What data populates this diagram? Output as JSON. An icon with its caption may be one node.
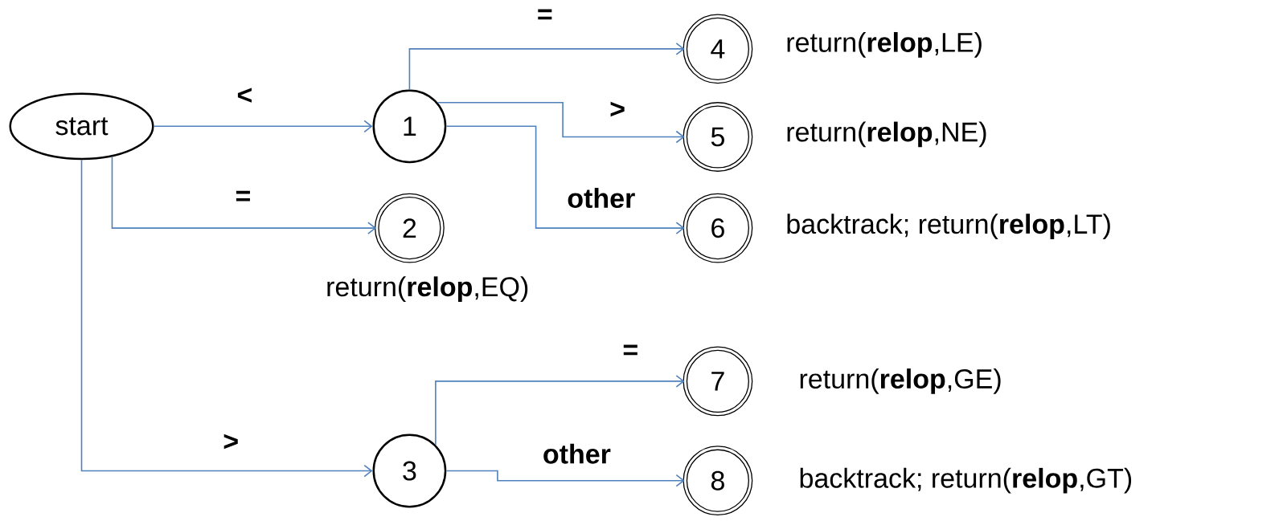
{
  "diagram": {
    "nodes": [
      {
        "text": [
          "start"
        ]
      },
      {
        "text": [
          "1"
        ]
      },
      {
        "text": [
          "2"
        ],
        "beside": [
          "return(**relop**,EQ)"
        ]
      },
      {
        "text": [
          "3"
        ]
      },
      {
        "text": [
          "4"
        ],
        "beside": [
          "return(**relop**,LE)"
        ]
      },
      {
        "text": [
          "5"
        ],
        "beside": [
          "return(**relop**,NE)"
        ]
      },
      {
        "text": [
          "6"
        ],
        "beside": [
          "backtrack; return(**relop**,LT)"
        ]
      },
      {
        "text": [
          "7"
        ],
        "beside": [
          "return(**relop**,GE)"
        ]
      },
      {
        "text": [
          "8"
        ],
        "beside": [
          "backtrack; return(**relop**,GT)"
        ]
      }
    ],
    "edges": [
      {
        "from": 0,
        "to": 1,
        "arrow": "to",
        "label": "<"
      },
      {
        "from": 0,
        "to": 2,
        "arrow": "to",
        "label": "="
      },
      {
        "from": 0,
        "to": 3,
        "arrow": "to",
        "label": ">"
      },
      {
        "from": 1,
        "to": 4,
        "arrow": "to",
        "label": "="
      },
      {
        "from": 1,
        "to": 5,
        "arrow": "to",
        "label": ">"
      },
      {
        "from": 1,
        "to": 6,
        "arrow": "to",
        "label": "other"
      },
      {
        "from": 3,
        "to": 7,
        "arrow": "to",
        "label": "="
      },
      {
        "from": 3,
        "to": 8,
        "arrow": "to",
        "label": "other"
      }
    ]
  }
}
